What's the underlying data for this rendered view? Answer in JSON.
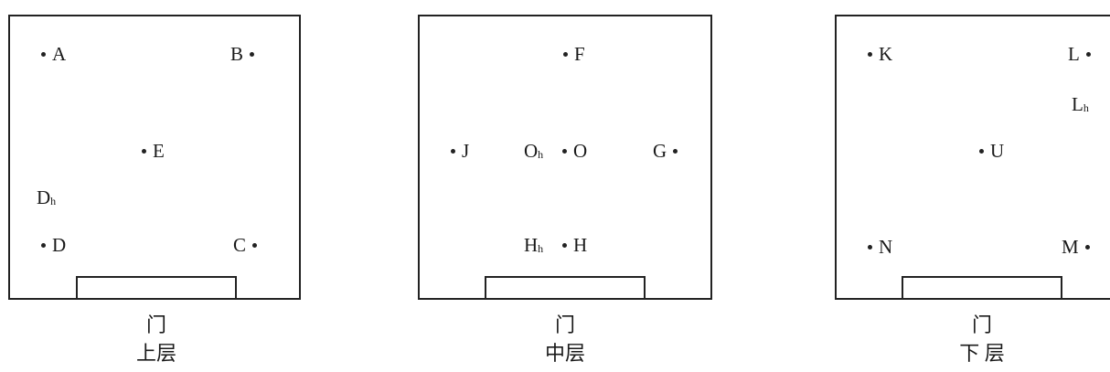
{
  "panels": [
    {
      "door_label": "门",
      "layer_label": "上层",
      "points": [
        {
          "label": "A",
          "dot": "left"
        },
        {
          "label": "B",
          "dot": "right"
        },
        {
          "label": "E",
          "dot": "left"
        },
        {
          "label": "D",
          "sub": "h",
          "dot": "none"
        },
        {
          "label": "D",
          "dot": "left"
        },
        {
          "label": "C",
          "dot": "right"
        }
      ]
    },
    {
      "door_label": "门",
      "layer_label": "中层",
      "points": [
        {
          "label": "F",
          "dot": "left"
        },
        {
          "label": "J",
          "dot": "left"
        },
        {
          "label": "O",
          "sub": "h",
          "dot": "none"
        },
        {
          "label": "O",
          "dot": "left"
        },
        {
          "label": "G",
          "dot": "right"
        },
        {
          "label": "H",
          "sub": "h",
          "dot": "none"
        },
        {
          "label": "H",
          "dot": "left"
        }
      ]
    },
    {
      "door_label": "门",
      "layer_label": "下 层",
      "points": [
        {
          "label": "K",
          "dot": "left"
        },
        {
          "label": "L",
          "dot": "right"
        },
        {
          "label": "L",
          "sub": "h",
          "dot": "none"
        },
        {
          "label": "U",
          "dot": "left"
        },
        {
          "label": "N",
          "dot": "left"
        },
        {
          "label": "M",
          "dot": "right"
        }
      ]
    }
  ]
}
